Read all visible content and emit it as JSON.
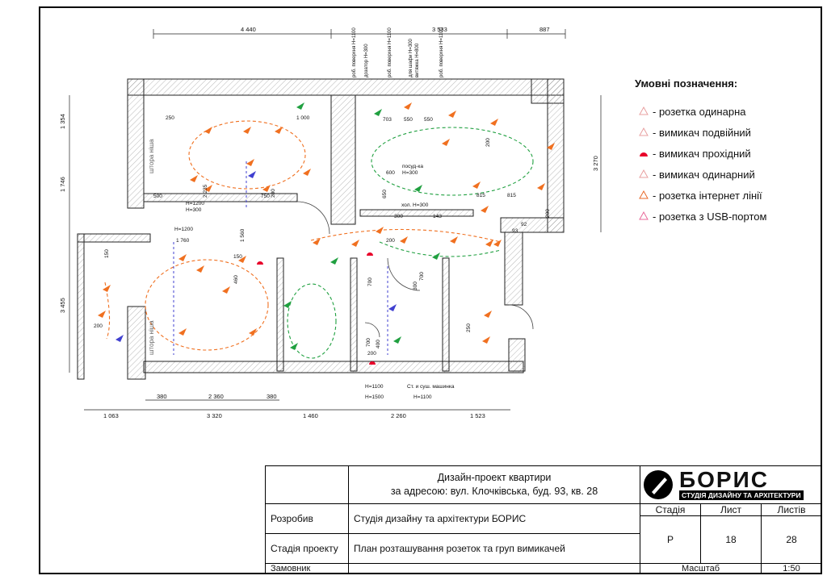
{
  "dimensions": {
    "top": [
      "4 440",
      "3 533",
      "887"
    ],
    "bottom_outer": [
      "1 063",
      "3 320",
      "1 460",
      "2 260",
      "1 523"
    ],
    "bottom_inner": [
      "380",
      "2 360",
      "380"
    ],
    "left": [
      "1 354",
      "1 746",
      "3 455"
    ],
    "right": [
      "3 270"
    ],
    "interior": [
      "250",
      "1 000",
      "703",
      "550",
      "550",
      "200",
      "500",
      "2 235",
      "750",
      "200",
      "1 760",
      "1 560",
      "815",
      "815",
      "600",
      "650",
      "300",
      "143",
      "93",
      "92",
      "200",
      "150",
      "150",
      "460",
      "700",
      "300",
      "700",
      "200",
      "400",
      "250",
      "200",
      "200",
      "700"
    ]
  },
  "heights": {
    "hr1200a": "H=1200",
    "hr300a": "H=300",
    "hr1200b": "H=1200",
    "posud": "посуд-ка",
    "h300posud": "H=300",
    "hol": "хол. H=300",
    "h1100": "H=1100",
    "h1500": "H=1500",
    "machine": "Ст. и суш. машинка",
    "h1100b": "H=1100"
  },
  "vertical_labels": [
    "роб. поверхня H=1100",
    "дозатор H=300",
    "роб. поверхня H=1100",
    "для шафи H=300",
    "витяжка H=800",
    "роб. поверхня H=1100"
  ],
  "niche_labels": [
    "штора ніша",
    "штора ніша"
  ],
  "legend": {
    "title": "Умовні позначення:",
    "items": [
      {
        "symbol": "single-socket-icon",
        "color": "#e8a0a0",
        "label": "- розетка одинарна"
      },
      {
        "symbol": "double-switch-icon",
        "color": "#e8a0a0",
        "label": "- вимикач подвійний"
      },
      {
        "symbol": "pass-switch-icon",
        "color": "#e8002a",
        "label": "- вимикач прохідний"
      },
      {
        "symbol": "single-switch-icon",
        "color": "#e8a0a0",
        "label": "- вимикач одинарний"
      },
      {
        "symbol": "internet-socket-icon",
        "color": "#e86a2a",
        "label": "- розетка інтернет лінії"
      },
      {
        "symbol": "usb-socket-icon",
        "color": "#e86a9a",
        "label": "- розетка з USB-портом"
      }
    ]
  },
  "stamp": {
    "project_line1": "Дизайн-проект квартири",
    "project_line2": "за адресою: вул. Клочківська, буд. 93, кв. 28",
    "developed_label": "Розробив",
    "developed_value": "Студія дизайну та архітектури БОРИС",
    "stage_project_label": "Стадія проекту",
    "sheet_title": "План розташування розеток та груп вимикачей",
    "customer_label": "Замовник",
    "stage_label": "Стадія",
    "sheet_label": "Лист",
    "sheets_label": "Листів",
    "stage_value": "Р",
    "sheet_value": "18",
    "sheets_value": "28",
    "scale_label": "Масштаб",
    "scale_value": "1:50",
    "logo_word": "БОРИС",
    "logo_sub": "СТУДІЯ ДИЗАЙНУ ТА АРХІТЕКТУРИ"
  },
  "colors": {
    "orange": "#f07020",
    "green": "#20a040",
    "blue": "#4040d0",
    "red": "#e8002a"
  }
}
